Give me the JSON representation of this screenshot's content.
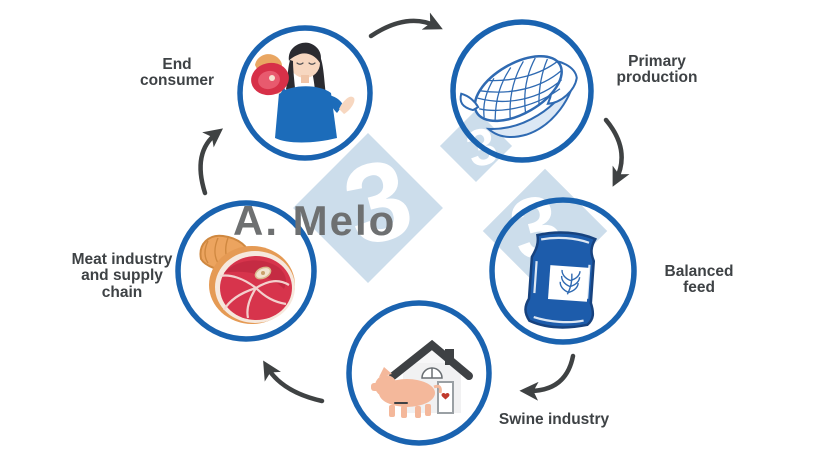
{
  "watermark": {
    "author": "A. Melo",
    "threes": [
      "3",
      "3",
      "3"
    ]
  },
  "palette": {
    "background": "#ffffff",
    "circle_border": "#1a63b0",
    "arrow": "#3f4243",
    "label_text": "#3e4245",
    "watermark_diamond": "#ccddeb",
    "watermark_three_outside": "#bfd3e8",
    "watermark_three_inside": "#ffffff",
    "watermark_author": "#6e7071",
    "feed_bag_blue": "#1d5cab",
    "shirt_blue": "#1c6cba",
    "corn_line_blue": "#2f6ab2",
    "pig_pink": "#f4b89b",
    "meat_red": "#d7344c",
    "ham_skin_tan": "#eca45f",
    "house_roof_gray": "#3e4144",
    "heart_red": "#c0392b"
  },
  "diagram": {
    "type": "cycle",
    "nodes": [
      {
        "id": "end-consumer",
        "label": "End\nconsumer",
        "icon": "woman-eating-ham-icon"
      },
      {
        "id": "primary-production",
        "label": "Primary\nproduction",
        "icon": "corn-cob-icon"
      },
      {
        "id": "balanced-feed",
        "label": "Balanced\nfeed",
        "icon": "feed-bag-icon"
      },
      {
        "id": "swine-industry",
        "label": "Swine industry",
        "icon": "pig-and-barn-icon"
      },
      {
        "id": "meat-industry",
        "label": "Meat industry\nand supply\nchain",
        "icon": "ham-cut-icon"
      }
    ],
    "flow": [
      {
        "from": "end-consumer",
        "to": "primary-production"
      },
      {
        "from": "primary-production",
        "to": "balanced-feed"
      },
      {
        "from": "balanced-feed",
        "to": "swine-industry"
      },
      {
        "from": "swine-industry",
        "to": "meat-industry"
      },
      {
        "from": "meat-industry",
        "to": "end-consumer"
      }
    ]
  }
}
